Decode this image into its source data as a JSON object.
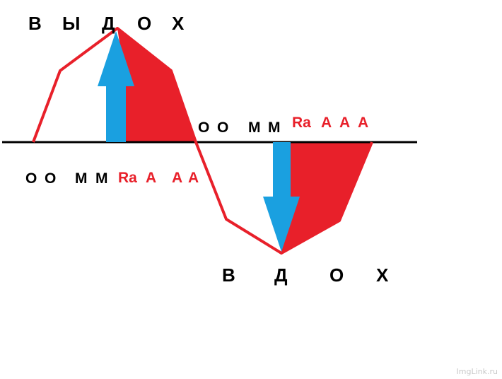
{
  "colors": {
    "wave": "#e8202a",
    "fill": "#e8202a",
    "arrow": "#1aa0e0",
    "baseline": "#000000",
    "text": "#000000",
    "accent_text": "#e8202a"
  },
  "top_word": [
    "В",
    "Ы",
    "Д",
    "О",
    "Х"
  ],
  "bottom_word": [
    "В",
    "Д",
    "О",
    "Х"
  ],
  "left_syllables": {
    "black": [
      "О",
      "О",
      "М",
      "М"
    ],
    "red": [
      "Ra",
      "А",
      "А",
      "А"
    ]
  },
  "right_syllables": {
    "black": [
      "О",
      "О",
      "М",
      "М"
    ],
    "red": [
      "Ra",
      "А",
      "А",
      "А"
    ]
  },
  "watermark": "ImgLink.ru"
}
